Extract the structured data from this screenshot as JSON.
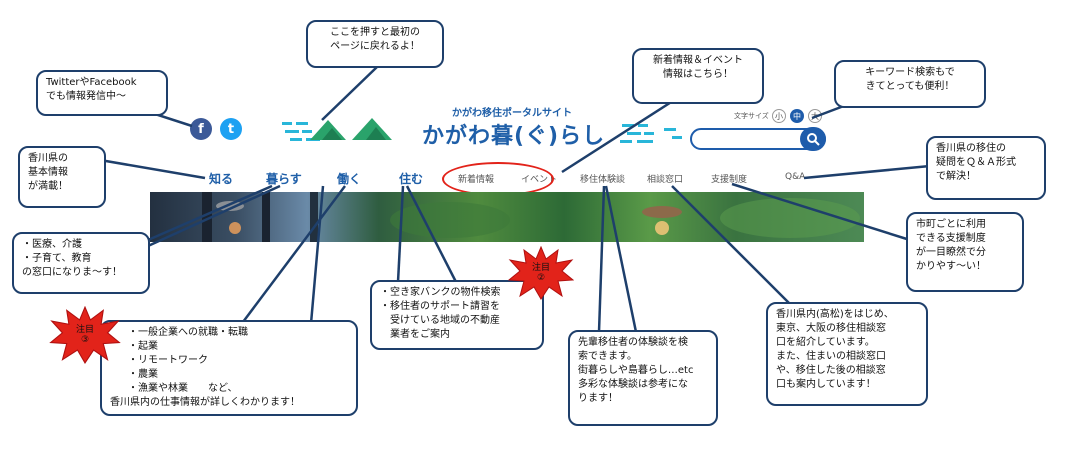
{
  "site": {
    "tagline": "かがわ移住ポータルサイト",
    "logo_text": "かがわ暮(ぐ)らし",
    "font_size_label": "文字サイズ",
    "font_sizes": [
      "小",
      "中",
      "大"
    ],
    "nav_main": [
      "知る",
      "暮らす",
      "働く",
      "住む"
    ],
    "nav_sub": [
      "新着情報",
      "イベント",
      "移住体験談",
      "相談窓口",
      "支援制度",
      "Q&A"
    ],
    "sns": {
      "facebook_glyph": "f",
      "twitter_glyph": "t"
    },
    "colors": {
      "brand_blue": "#1f5fa8",
      "facebook": "#3b5998",
      "twitter": "#1da1f2",
      "logo_green": "#2aa36b",
      "logo_cyan": "#29b6d9",
      "highlight_red": "#e2231a",
      "bubble_border": "#1e3f6b"
    }
  },
  "callouts": {
    "top_page": [
      "ここを押すと最初の",
      "ページに戻れるよ！"
    ],
    "sns": [
      "TwitterやFacebook",
      "でも情報発信中〜"
    ],
    "news": [
      "新着情報＆イベント",
      "情報はこちら！"
    ],
    "search": [
      "キーワード検索もで",
      "きてとっても便利！"
    ],
    "know": [
      "香川県の",
      "基本情報",
      "が満載！"
    ],
    "qa": [
      "香川県の移住の",
      "疑問をＱ＆Ａ形式",
      "で解決！"
    ],
    "living": [
      "・医療、介護",
      "・子育て、教育",
      "の窓口になりま〜す！"
    ],
    "support": [
      "市町ごとに利用",
      "できる支援制度",
      "が一目瞭然で分",
      "かりやす〜い！"
    ],
    "housing": [
      "・空き家バンクの物件検索",
      "・移住者のサポート請習を",
      "　受けている地域の不動産",
      "　業者をご案内"
    ],
    "work": [
      "・一般企業への就職・転職",
      "・起業",
      "・リモートワーク",
      "・農業",
      "・漁業や林業　　など、",
      "香川県内の仕事情報が詳しくわかります！"
    ],
    "experience": [
      "先輩移住者の体験談を検",
      "索できます。",
      "街暮らしや島暮らし…etc",
      "多彩な体験談は参考にな",
      "ります！"
    ],
    "consult": [
      "香川県内(高松)をはじめ、",
      "東京、大阪の移住相談窓",
      "口を紹介しています。",
      "また、住まいの相談窓口",
      "や、移住した後の相談窓",
      "口も案内しています！"
    ]
  },
  "badges": [
    {
      "label": "注目",
      "num": "②"
    },
    {
      "label": "注目",
      "num": "③"
    }
  ]
}
